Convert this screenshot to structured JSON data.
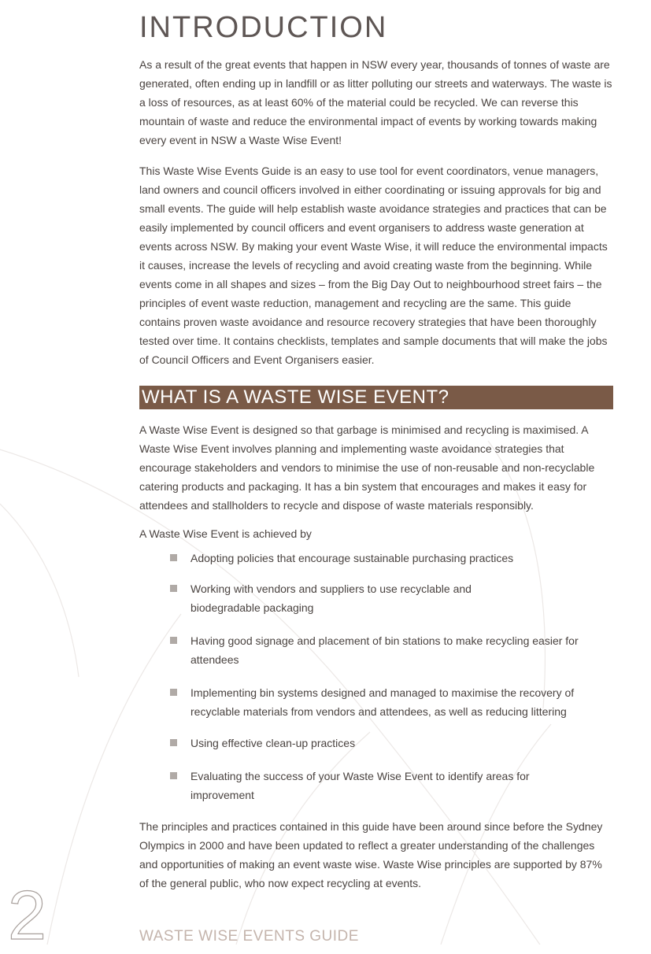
{
  "title": "INTRODUCTION",
  "intro_paragraphs": [
    "As a result of the great events that happen in NSW every year, thousands of tonnes of waste are generated, often ending up in landfill or as litter polluting our streets and waterways. The waste is a loss of resources, as at least 60% of the material could be recycled. We can reverse this mountain of waste and reduce the environmental impact of events by working towards making every event in NSW a Waste Wise Event!",
    "This Waste Wise Events Guide is an easy to use tool for event coordinators, venue managers, land owners and council officers involved in either coordinating or issuing approvals for big and small events. The guide will help establish waste avoidance strategies and practices that can be easily implemented by council officers and event organisers to address waste generation at events across NSW. By making your event Waste Wise, it will reduce the environmental impacts it causes, increase the levels of recycling and avoid creating waste from the beginning. While events come in all shapes and sizes – from the Big Day Out to neighbourhood street fairs – the principles of event waste reduction, management and recycling are the same. This guide contains proven waste avoidance and resource recovery strategies that have been thoroughly tested over time. It contains checklists, templates and sample documents that will make the jobs of Council Officers and Event Organisers easier."
  ],
  "section": {
    "heading": "WHAT IS A WASTE WISE EVENT?",
    "paragraph": "A Waste Wise Event is designed so that garbage is minimised and recycling is maximised. A Waste Wise Event involves planning and implementing waste avoidance strategies that encourage stakeholders and vendors to minimise the use of non-reusable and non-recyclable catering products and packaging. It has a bin system that encourages and makes it easy for attendees and stallholders to recycle and dispose of waste materials responsibly.",
    "achieved_by": "A Waste Wise Event is achieved by",
    "bullets": [
      "Adopting policies that encourage sustainable purchasing practices",
      "Working with vendors and suppliers to use recyclable and biodegradable packaging",
      "Having good signage and placement of bin stations to make recycling easier for attendees",
      "Implementing bin systems designed and managed to maximise the recovery of recyclable materials from vendors and attendees, as well as reducing littering",
      "Using effective clean-up practices",
      "Evaluating the success of your Waste Wise Event to identify areas for improvement"
    ],
    "closing": "The principles and practices contained in this guide have been around since before the Sydney Olympics in 2000 and have been updated to reflect a greater understanding of the challenges and opportunities of making an event waste wise. Waste Wise principles are supported by 87% of the general public, who now expect recycling at events."
  },
  "footer": {
    "page_number": "2",
    "guide_title": "WASTE WISE EVENTS GUIDE"
  },
  "colors": {
    "section_bar": "#7a5a47",
    "body_text": "#4a4340",
    "bullet": "#b0aaa6",
    "footer_text": "#c4b4ac"
  }
}
